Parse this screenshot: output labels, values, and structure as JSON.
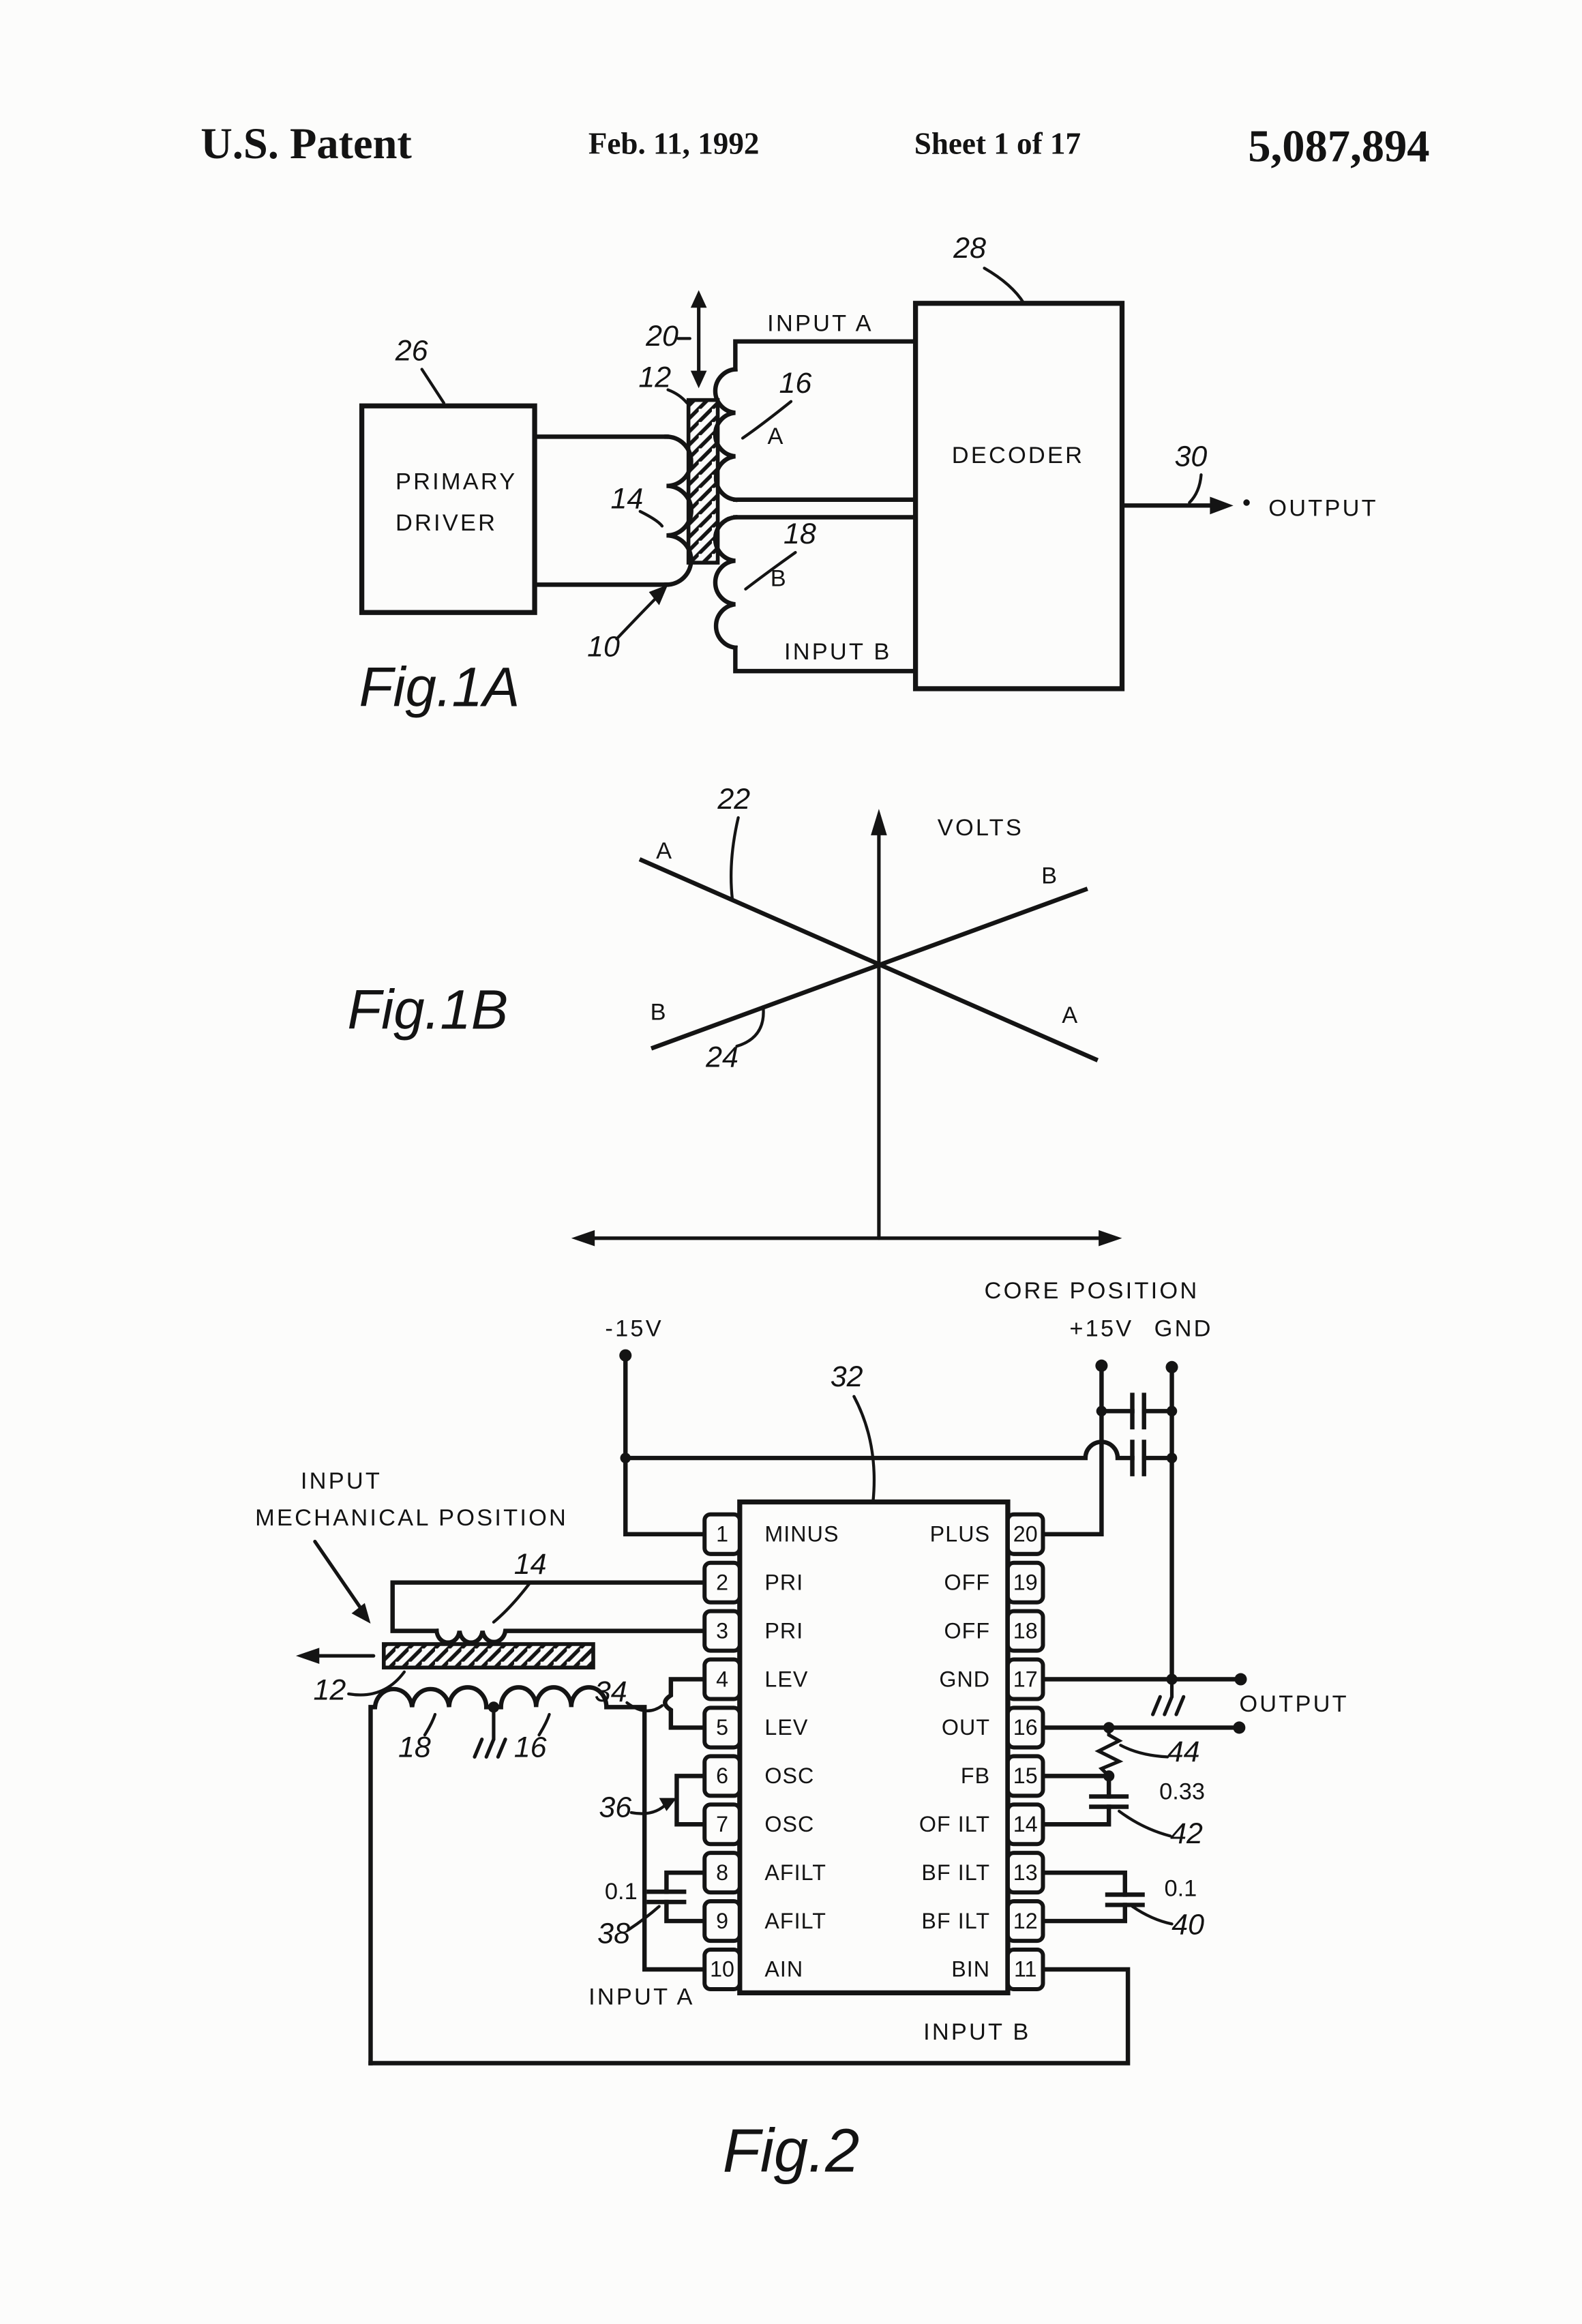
{
  "accent_color": "#141414",
  "paper_color": "#fcfcfb",
  "header": {
    "title": "U.S. Patent",
    "date": "Feb. 11, 1992",
    "sheet": "Sheet 1 of 17",
    "patent_number": "5,087,894"
  },
  "fig1a": {
    "caption": "Fig.1A",
    "primary_driver_line1": "PRIMARY",
    "primary_driver_line2": "DRIVER",
    "decoder": "DECODER",
    "input_a": "INPUT A",
    "input_b": "INPUT B",
    "coil_a": "A",
    "coil_b": "B",
    "output": "OUTPUT",
    "refs": {
      "r26": "26",
      "r14": "14",
      "r12": "12",
      "r20": "20",
      "r16": "16",
      "r18": "18",
      "r10": "10",
      "r28": "28",
      "r30": "30"
    }
  },
  "fig1b": {
    "caption": "Fig.1B",
    "volts": "VOLTS",
    "core_position": "CORE  POSITION",
    "a_upper": "A",
    "b_upper": "B",
    "a_lower": "A",
    "b_lower": "B",
    "refs": {
      "r22": "22",
      "r24": "24"
    }
  },
  "fig2": {
    "caption": "Fig.2",
    "supply_minus": "-15V",
    "supply_plus": "+15V",
    "gnd": "GND",
    "input_line1": "INPUT",
    "input_line2": "MECHANICAL POSITION",
    "input_a": "INPUT A",
    "input_b": "INPUT B",
    "output": "OUTPUT",
    "cap_afilt": "0.1",
    "cap_fb": "0.33",
    "cap_bfilt": "0.1",
    "refs": {
      "r32": "32",
      "r14": "14",
      "r12": "12",
      "r18": "18",
      "r16": "16",
      "r34": "34",
      "r36": "36",
      "r38": "38",
      "r40": "40",
      "r42": "42",
      "r44": "44"
    },
    "pins": [
      {
        "ln": "1",
        "ll": "MINUS",
        "rl": "PLUS",
        "rn": "20"
      },
      {
        "ln": "2",
        "ll": "PRI",
        "rl": "OFF",
        "rn": "19"
      },
      {
        "ln": "3",
        "ll": "PRI",
        "rl": "OFF",
        "rn": "18"
      },
      {
        "ln": "4",
        "ll": "LEV",
        "rl": "GND",
        "rn": "17"
      },
      {
        "ln": "5",
        "ll": "LEV",
        "rl": "OUT",
        "rn": "16"
      },
      {
        "ln": "6",
        "ll": "OSC",
        "rl": "FB",
        "rn": "15"
      },
      {
        "ln": "7",
        "ll": "OSC",
        "rl": "OF ILT",
        "rn": "14"
      },
      {
        "ln": "8",
        "ll": "AFILT",
        "rl": "BF ILT",
        "rn": "13"
      },
      {
        "ln": "9",
        "ll": "AFILT",
        "rl": "BF ILT",
        "rn": "12"
      },
      {
        "ln": "10",
        "ll": "AIN",
        "rl": "BIN",
        "rn": "11"
      }
    ]
  }
}
